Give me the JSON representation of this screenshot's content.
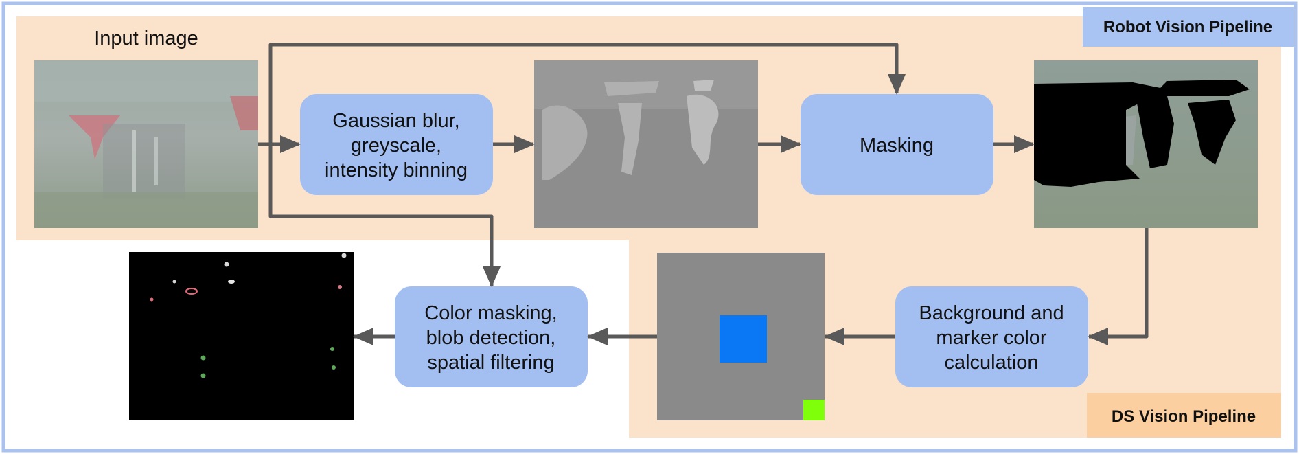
{
  "colors": {
    "outer_border": "#a9c2f0",
    "pipeline_bg": "#fbe3cb",
    "process_box": "#a3bff2",
    "robot_tag_bg": "#a9c4f2",
    "ds_tag_bg": "#fbcf9f",
    "arrow": "#595959",
    "marker_gray": "#8a8a8a",
    "marker_blue": "#0a78f5",
    "marker_green": "#7fff0a"
  },
  "labels": {
    "input_image": "Input image",
    "robot_pipeline": "Robot Vision Pipeline",
    "ds_pipeline": "DS Vision Pipeline"
  },
  "boxes": {
    "gaussian": [
      "Gaussian blur,",
      "greyscale,",
      "intensity binning"
    ],
    "masking": [
      "Masking"
    ],
    "background": [
      "Background and",
      "marker color",
      "calculation"
    ],
    "color_masking": [
      "Color masking,",
      "blob detection,",
      "spatial filtering"
    ]
  },
  "images": {
    "input": "underwater-scene",
    "binned": "greyscale-binned",
    "masked": "masked-scene",
    "marker": "marker-color-swatch",
    "blobs": "blob-detection-result"
  }
}
